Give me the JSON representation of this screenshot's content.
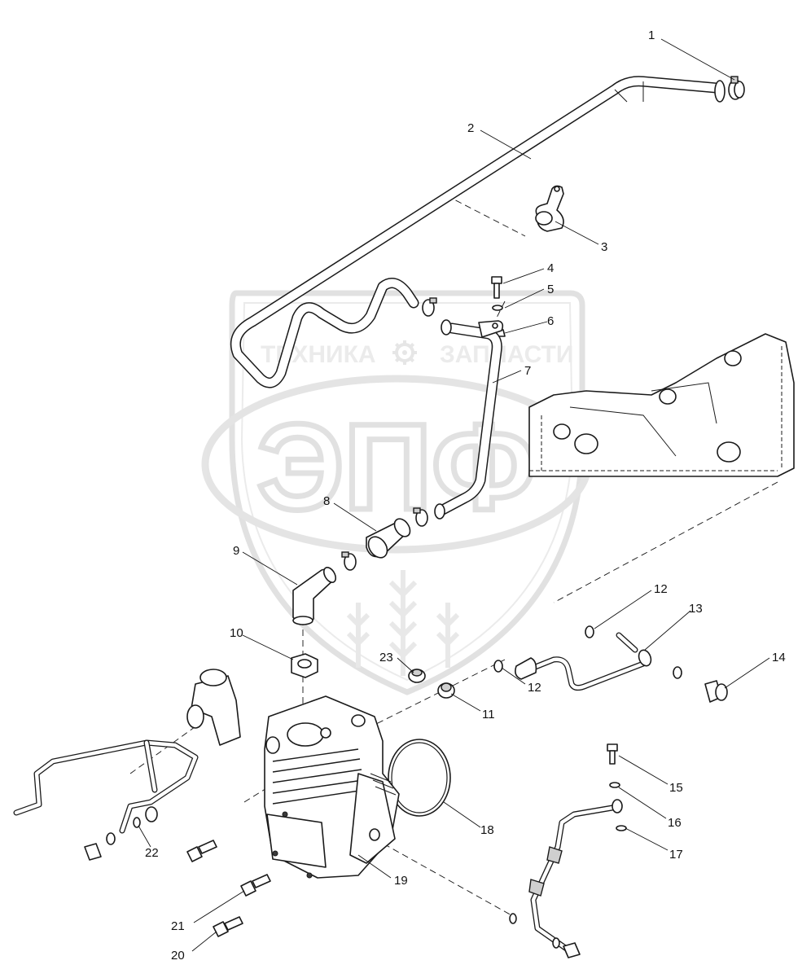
{
  "watermark": {
    "top_left_text": "ТЕХНИКА",
    "top_right_text": "ЗАПЧАСТИ",
    "main_text": "ЭПФ",
    "icon": "gear-icon"
  },
  "callouts": [
    {
      "id": "callout-1",
      "label": "1"
    },
    {
      "id": "callout-2",
      "label": "2"
    },
    {
      "id": "callout-3",
      "label": "3"
    },
    {
      "id": "callout-4",
      "label": "4"
    },
    {
      "id": "callout-5",
      "label": "5"
    },
    {
      "id": "callout-6",
      "label": "6"
    },
    {
      "id": "callout-7",
      "label": "7"
    },
    {
      "id": "callout-8",
      "label": "8"
    },
    {
      "id": "callout-9",
      "label": "9"
    },
    {
      "id": "callout-10",
      "label": "10"
    },
    {
      "id": "callout-11",
      "label": "11"
    },
    {
      "id": "callout-12a",
      "label": "12"
    },
    {
      "id": "callout-12b",
      "label": "12"
    },
    {
      "id": "callout-13",
      "label": "13"
    },
    {
      "id": "callout-14",
      "label": "14"
    },
    {
      "id": "callout-15",
      "label": "15"
    },
    {
      "id": "callout-16",
      "label": "16"
    },
    {
      "id": "callout-17",
      "label": "17"
    },
    {
      "id": "callout-18",
      "label": "18"
    },
    {
      "id": "callout-19",
      "label": "19"
    },
    {
      "id": "callout-20",
      "label": "20"
    },
    {
      "id": "callout-21",
      "label": "21"
    },
    {
      "id": "callout-22",
      "label": "22"
    },
    {
      "id": "callout-23",
      "label": "23"
    }
  ]
}
